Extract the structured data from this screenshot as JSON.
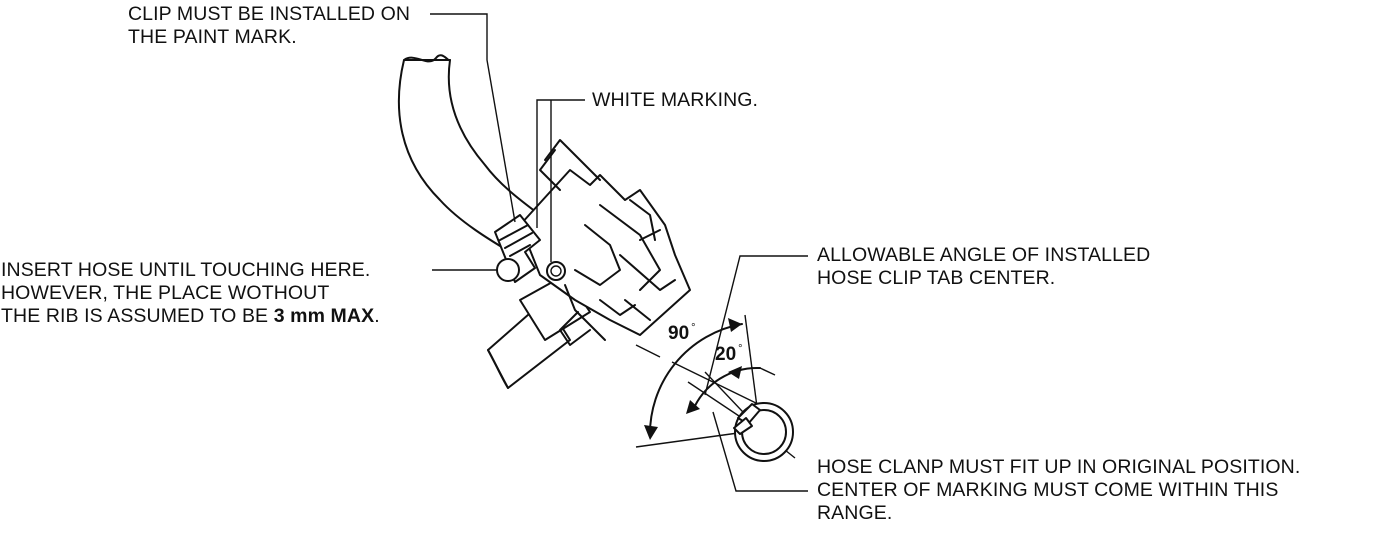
{
  "labels": {
    "clip_line1": "CLIP MUST BE INSTALLED ON",
    "clip_line2": "THE PAINT MARK.",
    "white_marking": "WHITE MARKING.",
    "insert_line1": "INSERT HOSE UNTIL TOUCHING HERE.",
    "insert_line2": "HOWEVER, THE PLACE WOTHOUT",
    "insert_line3_prefix": "THE RIB IS ASSUMED TO BE ",
    "insert_line3_bold": "3 mm MAX",
    "insert_line3_suffix": ".",
    "allowable_line1": "ALLOWABLE ANGLE OF INSTALLED",
    "allowable_line2": "HOSE CLIP TAB CENTER.",
    "clamp_line1": "HOSE CLANP MUST FIT UP IN ORIGINAL POSITION.",
    "clamp_line2": "CENTER OF MARKING MUST COME WITHIN THIS",
    "clamp_line3": "RANGE."
  },
  "angles": {
    "large_angle": "90",
    "small_angle": "20",
    "degree_symbol": "°"
  }
}
